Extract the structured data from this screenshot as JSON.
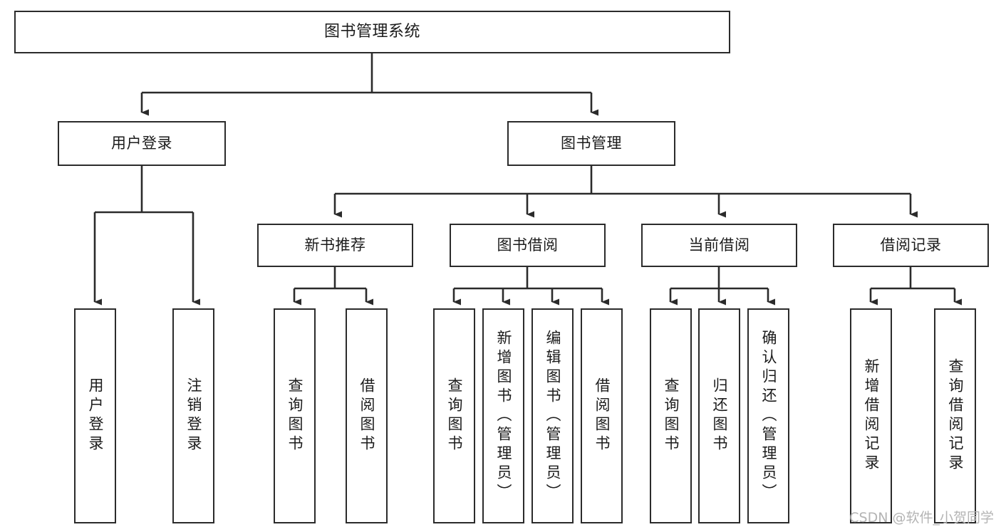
{
  "diagram": {
    "title": "图书管理系统",
    "type": "hierarchy-tree",
    "background_color": "#ffffff",
    "stroke_color": "#2b2b2b",
    "text_color": "#1b1b1b",
    "levels": 4,
    "root": {
      "label": "图书管理系统"
    },
    "level1": [
      {
        "label": "用户登录"
      },
      {
        "label": "图书管理"
      }
    ],
    "level2": [
      {
        "label": "新书推荐"
      },
      {
        "label": "图书借阅"
      },
      {
        "label": "当前借阅"
      },
      {
        "label": "借阅记录"
      }
    ],
    "leaves": {
      "user_login": [
        {
          "label": "用户登录"
        },
        {
          "label": "注销登录"
        }
      ],
      "new_book_recommend": [
        {
          "label": "查询图书"
        },
        {
          "label": "借阅图书"
        }
      ],
      "book_borrow": [
        {
          "label": "查询图书"
        },
        {
          "label": "新增图书（管理员）"
        },
        {
          "label": "编辑图书（管理员）"
        },
        {
          "label": "借阅图书"
        }
      ],
      "current_borrow": [
        {
          "label": "查询图书"
        },
        {
          "label": "归还图书"
        },
        {
          "label": "确认归还（管理员）"
        }
      ],
      "borrow_record": [
        {
          "label": "新增借阅记录"
        },
        {
          "label": "查询借阅记录"
        }
      ]
    }
  },
  "watermark": {
    "text": "CSDN @软件_小贺同学"
  }
}
